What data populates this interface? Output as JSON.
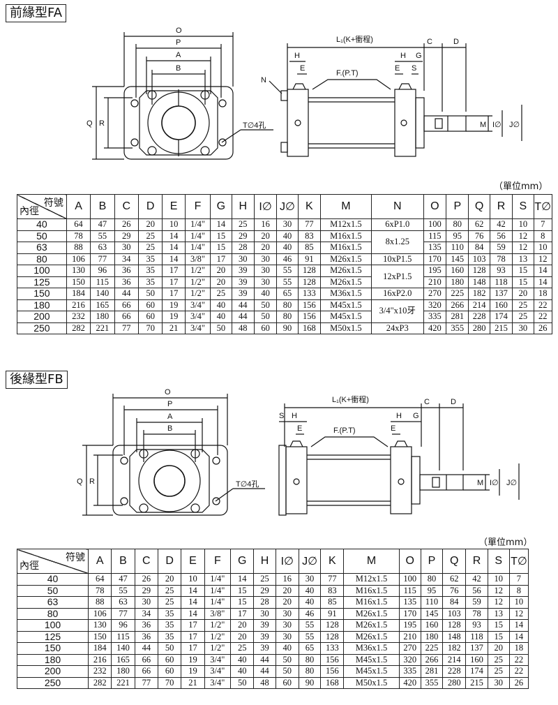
{
  "fa": {
    "title": "前緣型FA",
    "unit": "（單位mm）",
    "front_labels": {
      "O": "O",
      "P": "P",
      "A": "A",
      "B": "B",
      "Q": "Q",
      "R": "R",
      "hole": "T∅4孔"
    },
    "side_labels": {
      "L": "L₁(K+衝程)",
      "C": "C",
      "D": "D",
      "H1": "H",
      "H2": "H",
      "E1": "E",
      "E2": "E",
      "G": "G",
      "S": "S",
      "F": "F.(P.T)",
      "N": "N",
      "M": "M",
      "I": "I∅",
      "J": "J∅"
    },
    "corner_top": "符號",
    "corner_bottom": "內徑",
    "headers": [
      "A",
      "B",
      "C",
      "D",
      "E",
      "F",
      "G",
      "H",
      "I∅",
      "J∅",
      "K",
      "M",
      "N",
      "O",
      "P",
      "Q",
      "R",
      "S",
      "T∅"
    ],
    "rows": [
      [
        "40",
        "64",
        "47",
        "26",
        "20",
        "10",
        "1/4\"",
        "14",
        "25",
        "16",
        "30",
        "77",
        "M12x1.5",
        "6xP1.0",
        "100",
        "80",
        "62",
        "42",
        "10",
        "7"
      ],
      [
        "50",
        "78",
        "55",
        "29",
        "25",
        "14",
        "1/4\"",
        "15",
        "29",
        "20",
        "40",
        "83",
        "M16x1.5",
        "8x1.25",
        "115",
        "95",
        "76",
        "56",
        "12",
        "8"
      ],
      [
        "63",
        "88",
        "63",
        "30",
        "25",
        "14",
        "1/4\"",
        "15",
        "28",
        "20",
        "40",
        "85",
        "M16x1.5",
        "",
        "135",
        "110",
        "84",
        "59",
        "12",
        "10"
      ],
      [
        "80",
        "106",
        "77",
        "34",
        "35",
        "14",
        "3/8\"",
        "17",
        "30",
        "30",
        "46",
        "91",
        "M26x1.5",
        "10xP1.5",
        "170",
        "145",
        "103",
        "78",
        "13",
        "12"
      ],
      [
        "100",
        "130",
        "96",
        "36",
        "35",
        "17",
        "1/2\"",
        "20",
        "39",
        "30",
        "55",
        "128",
        "M26x1.5",
        "12xP1.5",
        "195",
        "160",
        "128",
        "93",
        "15",
        "14"
      ],
      [
        "125",
        "150",
        "115",
        "36",
        "35",
        "17",
        "1/2\"",
        "20",
        "39",
        "30",
        "55",
        "128",
        "M26x1.5",
        "",
        "210",
        "180",
        "148",
        "118",
        "15",
        "14"
      ],
      [
        "150",
        "184",
        "140",
        "44",
        "50",
        "17",
        "1/2\"",
        "25",
        "39",
        "40",
        "65",
        "133",
        "M36x1.5",
        "16xP2.0",
        "270",
        "225",
        "182",
        "137",
        "20",
        "18"
      ],
      [
        "180",
        "216",
        "165",
        "66",
        "60",
        "19",
        "3/4\"",
        "40",
        "44",
        "50",
        "80",
        "156",
        "M45x1.5",
        "3/4\"x10牙",
        "320",
        "266",
        "214",
        "160",
        "25",
        "22"
      ],
      [
        "200",
        "232",
        "180",
        "66",
        "60",
        "19",
        "3/4\"",
        "40",
        "44",
        "50",
        "80",
        "156",
        "M45x1.5",
        "",
        "335",
        "281",
        "228",
        "174",
        "25",
        "22"
      ],
      [
        "250",
        "282",
        "221",
        "77",
        "70",
        "21",
        "3/4\"",
        "50",
        "48",
        "60",
        "90",
        "168",
        "M50x1.5",
        "24xP3",
        "420",
        "355",
        "280",
        "215",
        "30",
        "26"
      ]
    ]
  },
  "fb": {
    "title": "後緣型FB",
    "unit": "（單位mm）",
    "front_labels": {
      "O": "O",
      "P": "P",
      "A": "A",
      "B": "B",
      "Q": "Q",
      "R": "R",
      "hole": "T∅4孔"
    },
    "side_labels": {
      "L": "L₁(K+衝程)",
      "C": "C",
      "D": "D",
      "S": "S",
      "H1": "H",
      "H2": "H",
      "E1": "E",
      "E2": "E",
      "G": "G",
      "F": "F.(P.T)",
      "M": "M",
      "I": "I∅",
      "J": "J∅"
    },
    "corner_top": "符號",
    "corner_bottom": "內徑",
    "headers": [
      "A",
      "B",
      "C",
      "D",
      "E",
      "F",
      "G",
      "H",
      "I∅",
      "J∅",
      "K",
      "M",
      "O",
      "P",
      "Q",
      "R",
      "S",
      "T∅"
    ],
    "rows": [
      [
        "40",
        "64",
        "47",
        "26",
        "20",
        "10",
        "1/4\"",
        "14",
        "25",
        "16",
        "30",
        "77",
        "M12x1.5",
        "100",
        "80",
        "62",
        "42",
        "10",
        "7"
      ],
      [
        "50",
        "78",
        "55",
        "29",
        "25",
        "14",
        "1/4\"",
        "15",
        "29",
        "20",
        "40",
        "83",
        "M16x1.5",
        "115",
        "95",
        "76",
        "56",
        "12",
        "8"
      ],
      [
        "63",
        "88",
        "63",
        "30",
        "25",
        "14",
        "1/4\"",
        "15",
        "28",
        "20",
        "40",
        "85",
        "M16x1.5",
        "135",
        "110",
        "84",
        "59",
        "12",
        "10"
      ],
      [
        "80",
        "106",
        "77",
        "34",
        "35",
        "14",
        "3/8\"",
        "17",
        "30",
        "30",
        "46",
        "91",
        "M26x1.5",
        "170",
        "145",
        "103",
        "78",
        "13",
        "12"
      ],
      [
        "100",
        "130",
        "96",
        "36",
        "35",
        "17",
        "1/2\"",
        "20",
        "39",
        "30",
        "55",
        "128",
        "M26x1.5",
        "195",
        "160",
        "128",
        "93",
        "15",
        "14"
      ],
      [
        "125",
        "150",
        "115",
        "36",
        "35",
        "17",
        "1/2\"",
        "20",
        "39",
        "30",
        "55",
        "128",
        "M26x1.5",
        "210",
        "180",
        "148",
        "118",
        "15",
        "14"
      ],
      [
        "150",
        "184",
        "140",
        "44",
        "50",
        "17",
        "1/2\"",
        "25",
        "39",
        "40",
        "65",
        "133",
        "M36x1.5",
        "270",
        "225",
        "182",
        "137",
        "20",
        "18"
      ],
      [
        "180",
        "216",
        "165",
        "66",
        "60",
        "19",
        "3/4\"",
        "40",
        "44",
        "50",
        "80",
        "156",
        "M45x1.5",
        "320",
        "266",
        "214",
        "160",
        "25",
        "22"
      ],
      [
        "200",
        "232",
        "180",
        "66",
        "60",
        "19",
        "3/4\"",
        "40",
        "44",
        "50",
        "80",
        "156",
        "M45x1.5",
        "335",
        "281",
        "228",
        "174",
        "25",
        "22"
      ],
      [
        "250",
        "282",
        "221",
        "77",
        "70",
        "21",
        "3/4\"",
        "50",
        "48",
        "60",
        "90",
        "168",
        "M50x1.5",
        "420",
        "355",
        "280",
        "215",
        "30",
        "26"
      ]
    ]
  }
}
